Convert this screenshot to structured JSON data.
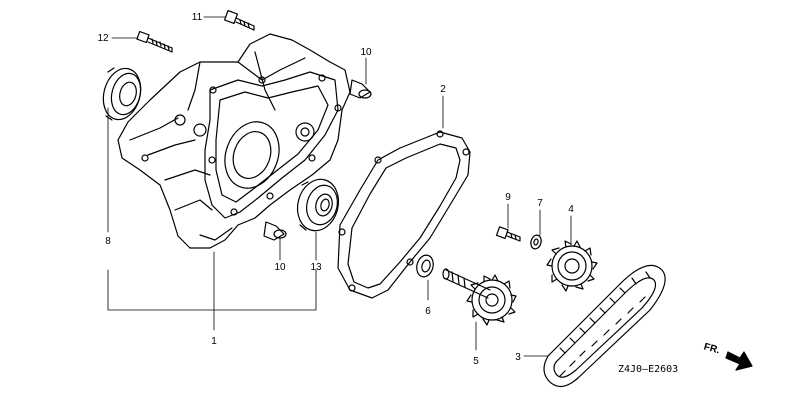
{
  "diagram": {
    "callouts": {
      "c1": "1",
      "c2": "2",
      "c3": "3",
      "c4": "4",
      "c5": "5",
      "c6": "6",
      "c7": "7",
      "c8": "8",
      "c9": "9",
      "c10a": "10",
      "c10b": "10",
      "c11": "11",
      "c12": "12",
      "c13": "13"
    },
    "drawing_code": "Z4J0–E2603",
    "direction_label": "FR."
  }
}
